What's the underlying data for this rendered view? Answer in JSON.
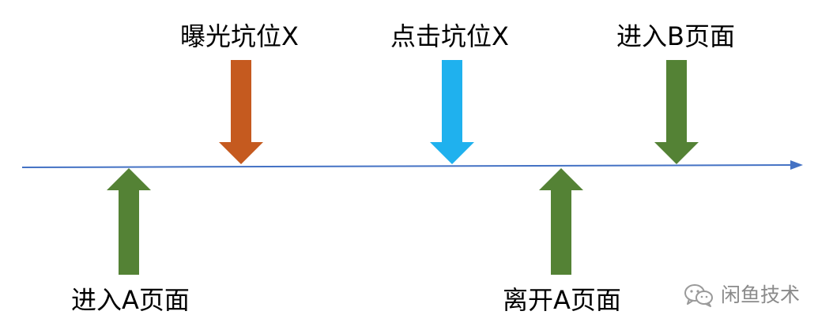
{
  "diagram": {
    "labels": {
      "exposure": "曝光坑位X",
      "click": "点击坑位X",
      "enter_b": "进入B页面",
      "enter_a": "进入A页面",
      "leave_a": "离开A页面"
    },
    "watermark": {
      "text": "闲鱼技术",
      "icon": "wechat-icon"
    },
    "colors": {
      "timeline": "#4472c4",
      "exposure_arrow": "#c55a1f",
      "click_arrow": "#1fb1ee",
      "page_arrow": "#548235"
    }
  }
}
